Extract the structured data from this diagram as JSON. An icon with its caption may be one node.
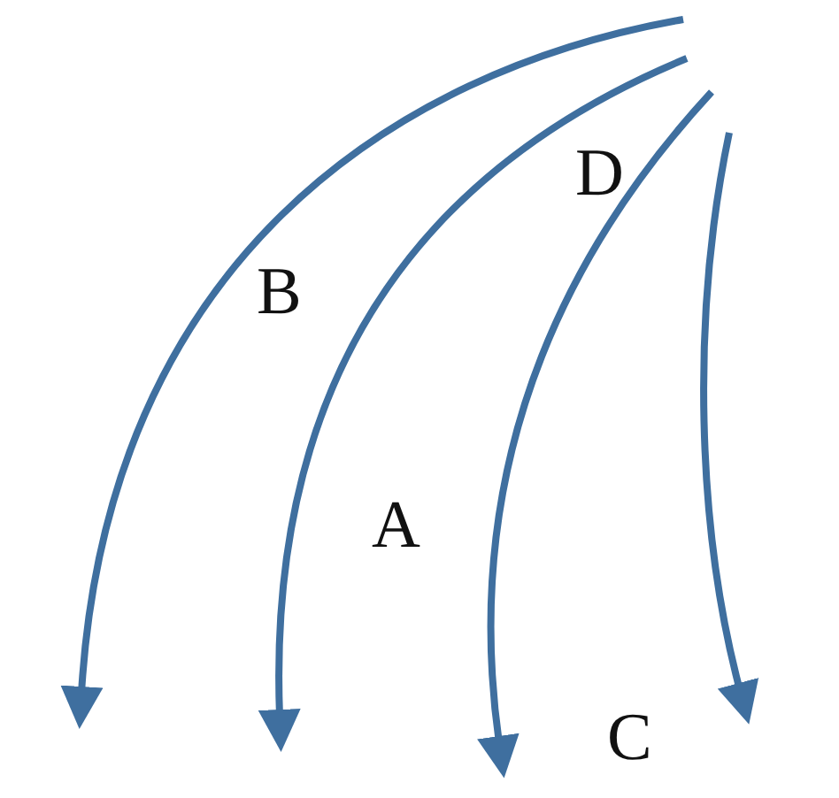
{
  "diagram": {
    "labels": [
      "D",
      "B",
      "A",
      "C"
    ]
  }
}
